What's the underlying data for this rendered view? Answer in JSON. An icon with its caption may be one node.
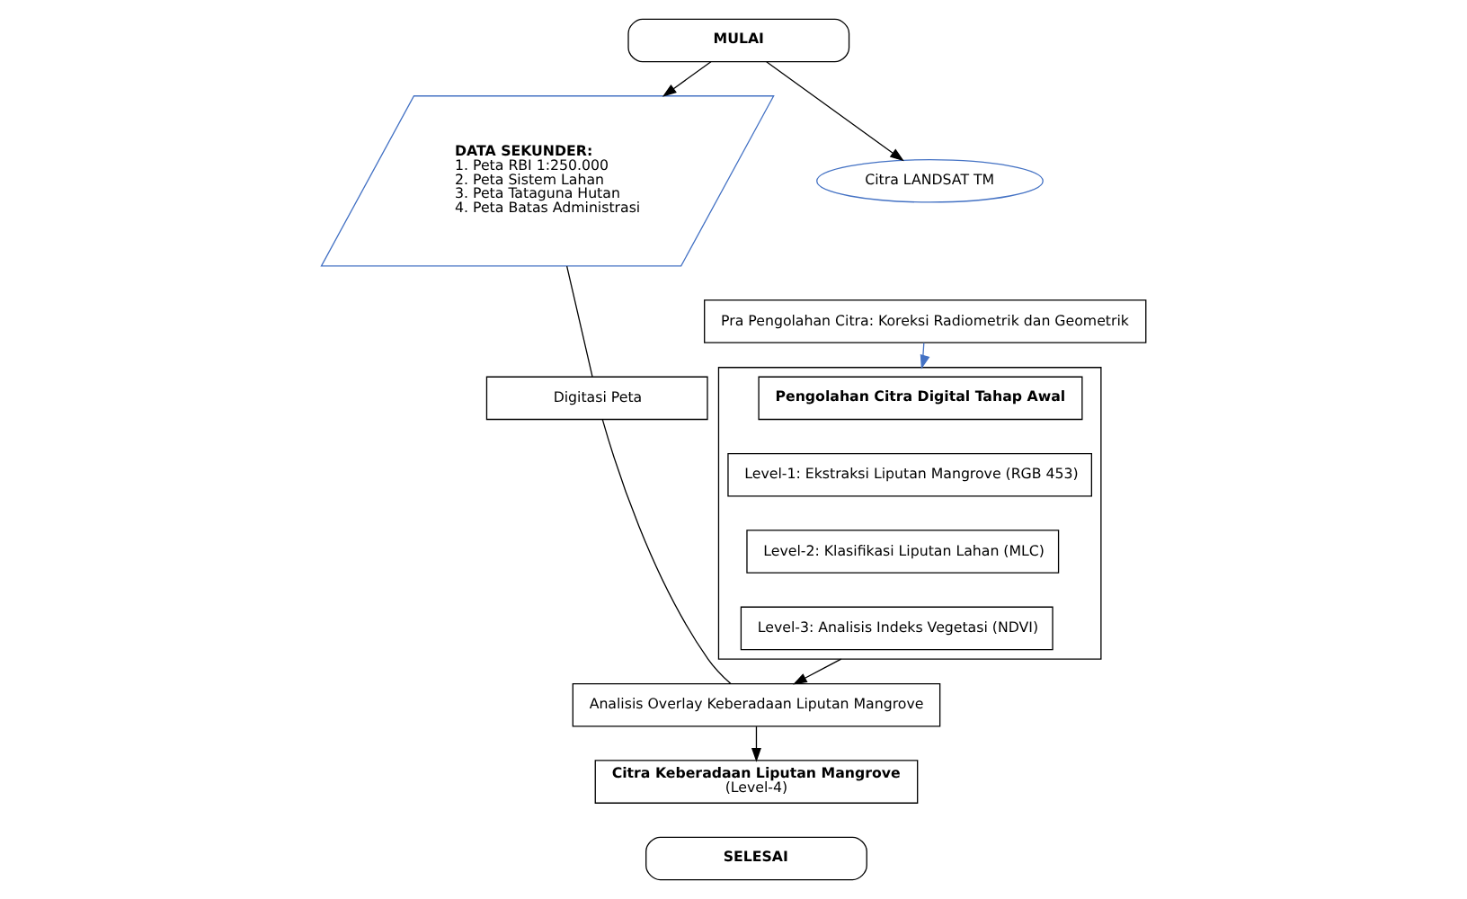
{
  "diagram": {
    "nodes": [
      {
        "text": [
          "MULAI"
        ]
      },
      {
        "text": [
          "DATA SEKUNDER:",
          "1. Peta RBI 1:250.000",
          "2. Peta Sistem Lahan",
          "3. Peta Tataguna Hutan",
          "4. Peta Batas Administrasi"
        ]
      },
      {
        "text": [
          "Citra LANDSAT TM"
        ]
      },
      {
        "text": [
          "Pra Pengolahan Citra: Koreksi Radiometrik dan Geometrik"
        ]
      },
      {
        "text": [],
        "shape": "box"
      },
      {
        "text": [
          "Pengolahan Citra Digital Tahap Awal"
        ],
        "in": 4
      },
      {
        "text": [
          "Level-1: Ekstraksi Liputan Mangrove (RGB 453)"
        ],
        "in": 4
      },
      {
        "text": [
          "Level-2: Klasifikasi Liputan Lahan (MLC)"
        ],
        "in": 4
      },
      {
        "text": [
          "Level-3: Analisis Indeks Vegetasi (NDVI)"
        ],
        "in": 4
      },
      {
        "text": [
          "Digitasi Peta"
        ]
      },
      {
        "text": [
          "Analisis Overlay Keberadaan Liputan Mangrove"
        ]
      },
      {
        "text": [
          "Citra Keberadaan Liputan Mangrove",
          "(Level-4)"
        ]
      },
      {
        "text": [
          "SELESAI"
        ]
      }
    ],
    "edges": [
      {
        "from": 0,
        "to": 1,
        "arrow": "to"
      },
      {
        "from": 0,
        "to": 2,
        "arrow": "to"
      },
      {
        "from": 3,
        "to": 4,
        "arrow": "to",
        "color": "#4472c4"
      },
      {
        "from": 1,
        "to": 9,
        "arrow": "none"
      },
      {
        "from": 9,
        "to": 10,
        "arrow": "none"
      },
      {
        "from": 4,
        "to": 10,
        "arrow": "to"
      },
      {
        "from": 10,
        "to": 11,
        "arrow": "to"
      }
    ]
  }
}
